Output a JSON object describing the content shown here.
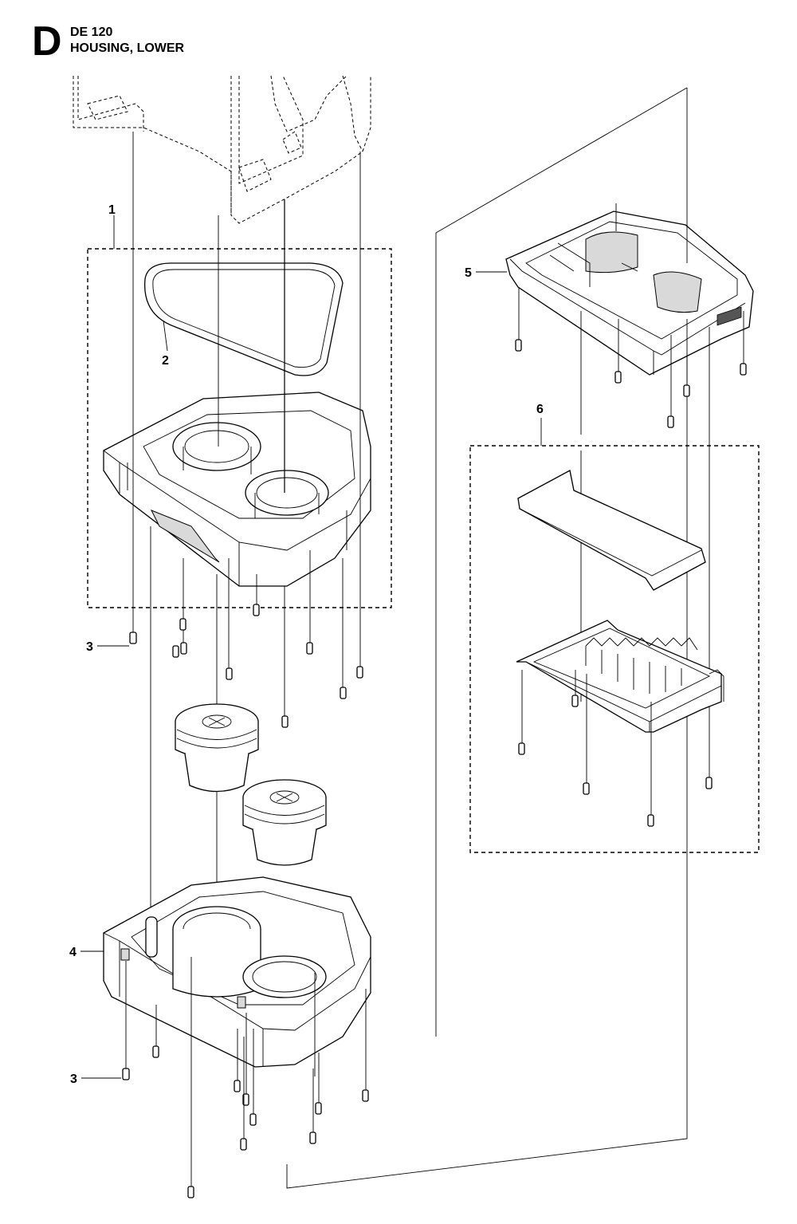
{
  "header": {
    "section_letter": "D",
    "model": "DE 120",
    "title": "HOUSING, LOWER"
  },
  "callouts": {
    "c1": "1",
    "c2": "2",
    "c3a": "3",
    "c3b": "3",
    "c4": "4",
    "c5": "5",
    "c6": "6"
  }
}
